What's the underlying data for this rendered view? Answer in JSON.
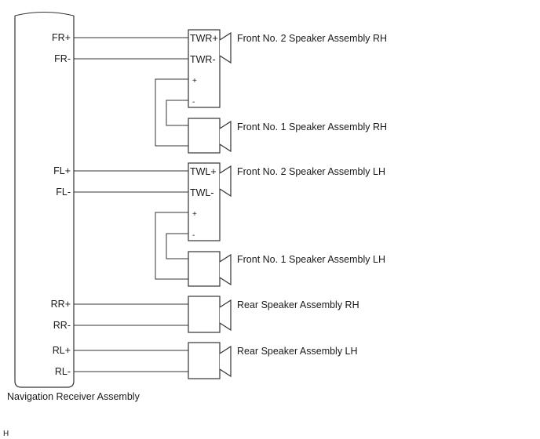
{
  "receiver": {
    "label": "Navigation Receiver Assembly",
    "pins": {
      "fr_plus": "FR+",
      "fr_minus": "FR-",
      "fl_plus": "FL+",
      "fl_minus": "FL-",
      "rr_plus": "RR+",
      "rr_minus": "RR-",
      "rl_plus": "RL+",
      "rl_minus": "RL-"
    }
  },
  "tweeter_rh": {
    "label": "Front No. 2 Speaker Assembly RH",
    "pins": {
      "twr_plus": "TWR+",
      "twr_minus": "TWR-",
      "plus": "+",
      "minus": "-"
    }
  },
  "woofer_rh": {
    "label": "Front No. 1 Speaker Assembly RH"
  },
  "tweeter_lh": {
    "label": "Front No. 2 Speaker Assembly LH",
    "pins": {
      "twl_plus": "TWL+",
      "twl_minus": "TWL-",
      "plus": "+",
      "minus": "-"
    }
  },
  "woofer_lh": {
    "label": "Front No. 1 Speaker Assembly LH"
  },
  "rear_rh": {
    "label": "Rear Speaker Assembly RH"
  },
  "rear_lh": {
    "label": "Rear Speaker Assembly LH"
  },
  "corner_code": "H"
}
